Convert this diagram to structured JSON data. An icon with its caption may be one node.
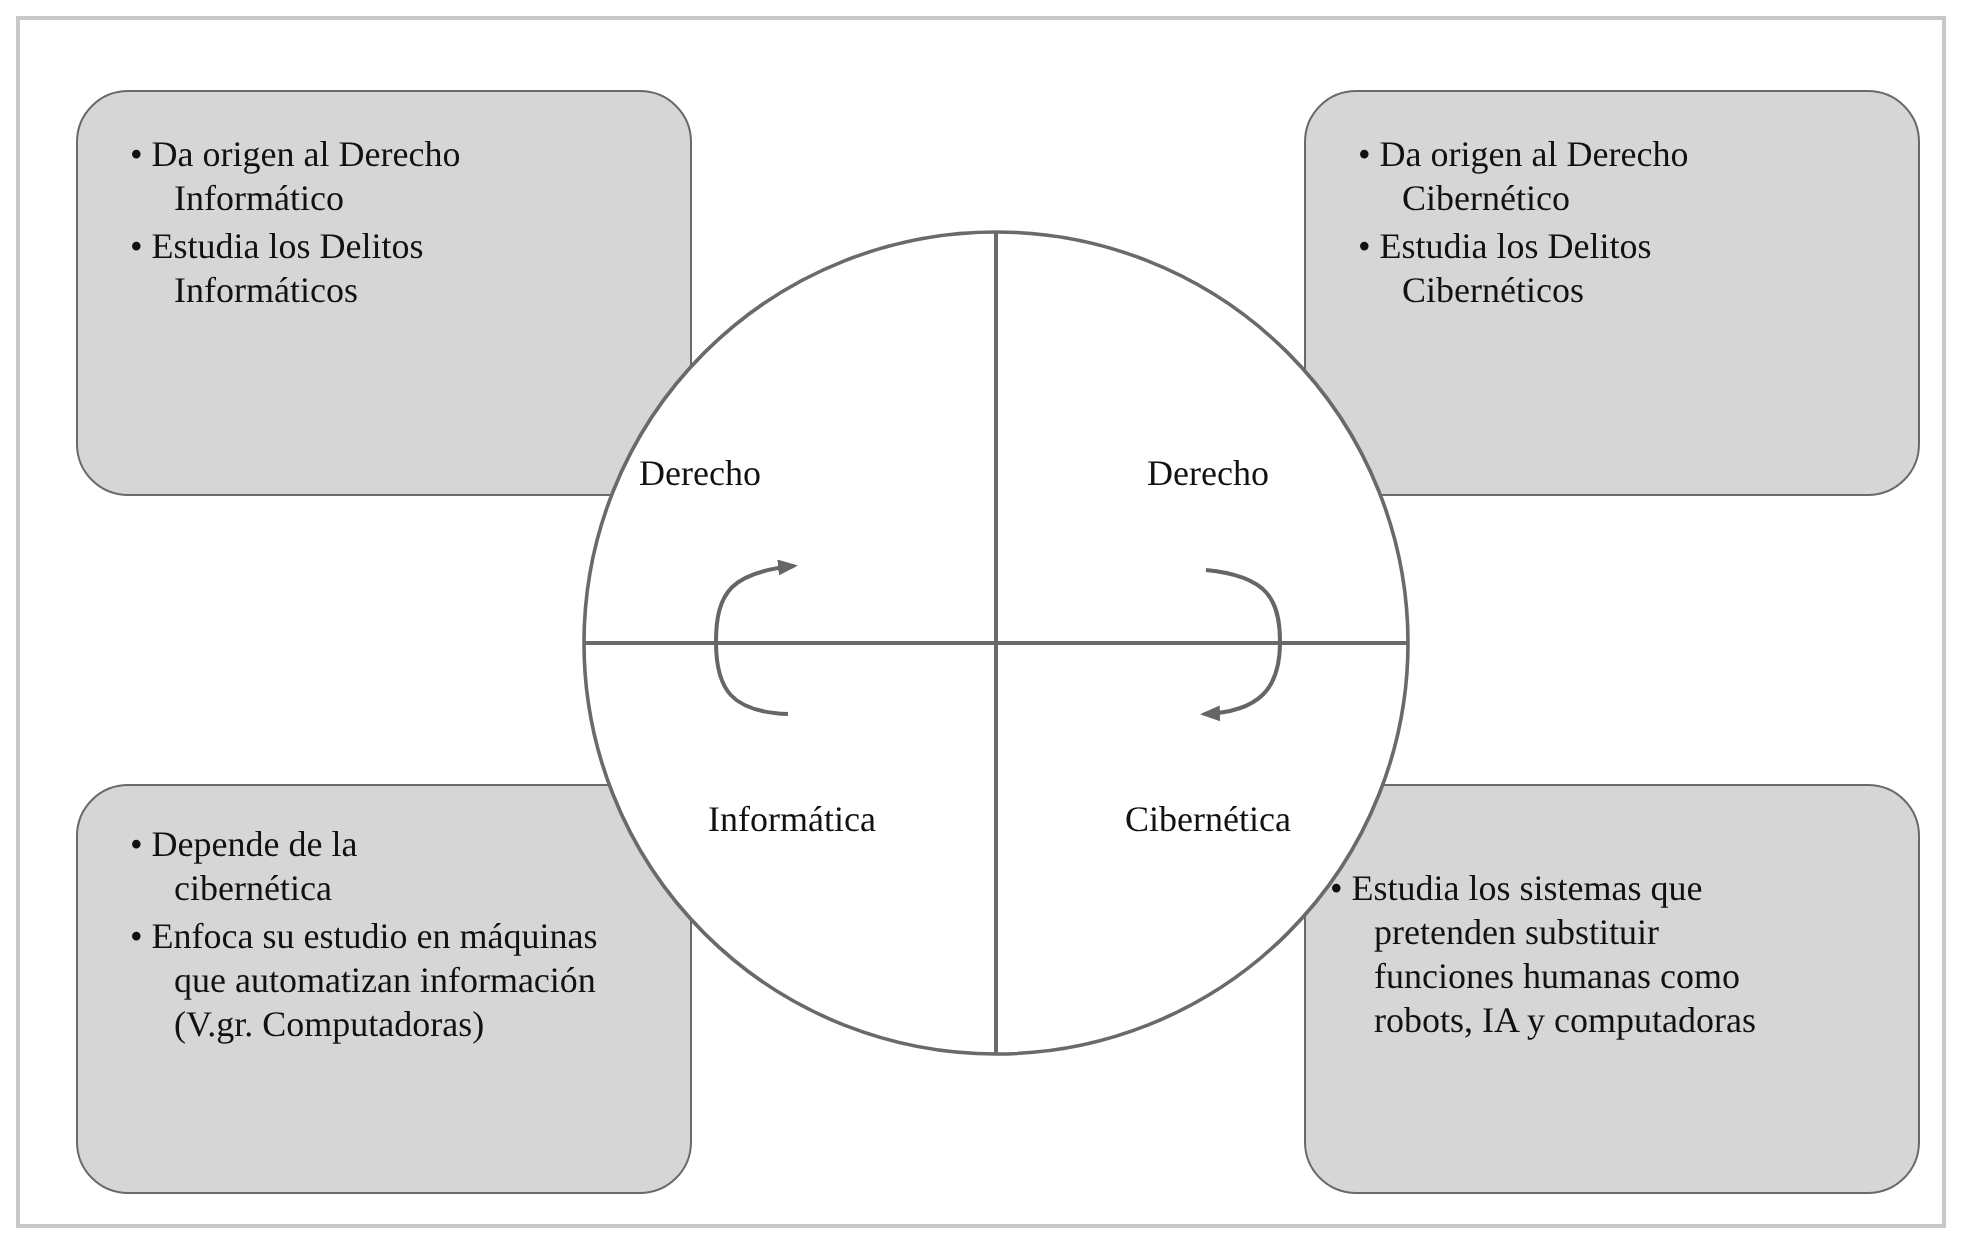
{
  "diagram": {
    "nodes": [
      {
        "text": [
          "• Da origen al Derecho Informático",
          "• Estudia los Delitos Informáticos"
        ]
      },
      {
        "text": [
          "• Da origen al Derecho Cibernético",
          "• Estudia los Delitos Cibernéticos"
        ]
      },
      {
        "text": [
          "• Depende de la cibernética",
          "• Enfoca su estudio en máquinas que automatizan información (V.gr. Computadoras)"
        ]
      },
      {
        "text": [
          "• Estudia los sistemas que pretenden substituir funciones humanas como robots, IA y computadoras"
        ]
      },
      {
        "text": [],
        "shape": "circle"
      },
      {
        "text": [
          "Derecho"
        ],
        "in": 4
      },
      {
        "text": [
          "Derecho"
        ],
        "in": 4
      },
      {
        "text": [
          "Informática"
        ],
        "in": 4
      },
      {
        "text": [
          "Cibernética"
        ],
        "in": 4
      }
    ]
  }
}
